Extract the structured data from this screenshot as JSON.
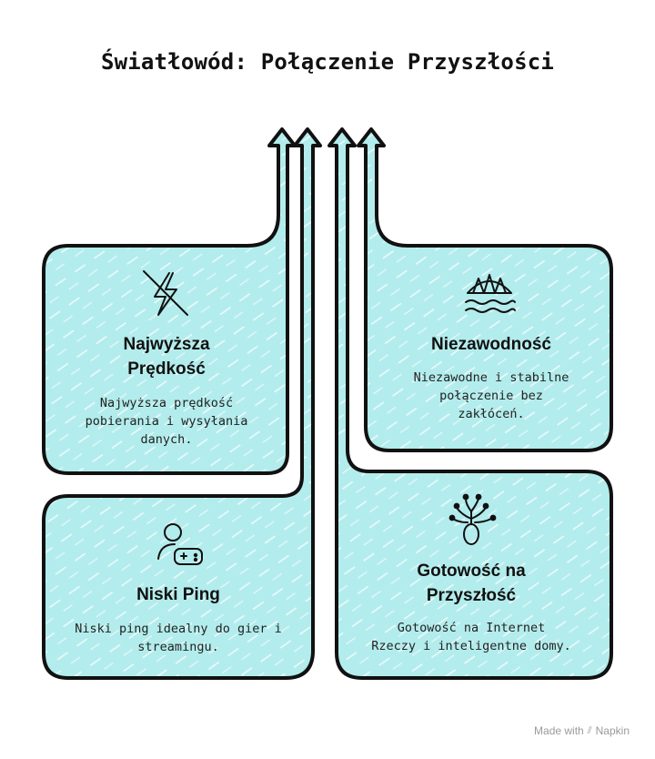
{
  "title": "Światłowód: Połączenie Przyszłości",
  "colors": {
    "fill": "#b3ecec",
    "stroke": "#111111"
  },
  "cards": [
    {
      "title": "Najwyższa\nPrędkość",
      "desc": "Najwyższa prędkość\npobierania i wysyłania\ndanych.",
      "icon": "no-lightning-icon"
    },
    {
      "title": "Niezawodność",
      "desc": "Niezawodne i stabilne\npołączenie bez\nzakłóceń.",
      "icon": "bridge-icon"
    },
    {
      "title": "Niski Ping",
      "desc": "Niski ping idealny do gier i\nstreamingu.",
      "icon": "gamer-icon"
    },
    {
      "title": "Gotowość na\nPrzyszłość",
      "desc": "Gotowość na Internet\nRzeczy i inteligentne domy.",
      "icon": "network-tree-icon"
    }
  ],
  "footer": {
    "made_with": "Made with",
    "brand": "Napkin"
  }
}
